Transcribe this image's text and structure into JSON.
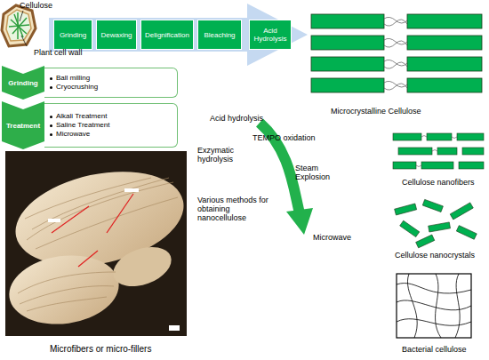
{
  "diagram": {
    "nodes": [
      {
        "text": [
          "Grinding"
        ]
      },
      {
        "text": [
          "Dewaxing"
        ]
      },
      {
        "text": [
          "Delignification"
        ]
      },
      {
        "text": [
          "Bleaching"
        ]
      },
      {
        "text": [
          "Acid Hydrolysis"
        ]
      },
      {
        "text": [
          "Grinding"
        ]
      },
      {
        "text": [
          "Ball milling",
          "Cryocrushing"
        ]
      },
      {
        "text": [
          "Treatment"
        ]
      },
      {
        "text": [
          "Alkali Treatment",
          "Saline Treatment",
          "Microwave"
        ]
      }
    ],
    "labels": [
      "Cellulose",
      "Plant cell wall",
      "Microcrystalline Cellulose",
      "Acid hydrolysis",
      "TEMPO oxidation",
      "Exzymatic hydrolysis",
      "Steam Explosion",
      "Various methods for obtaining nanocellulose",
      "Microwave",
      "Cellulose nanofibers",
      "Cellulose nanocrystals",
      "Bacterial cellulose",
      "Microfibers or micro-fillers"
    ]
  }
}
